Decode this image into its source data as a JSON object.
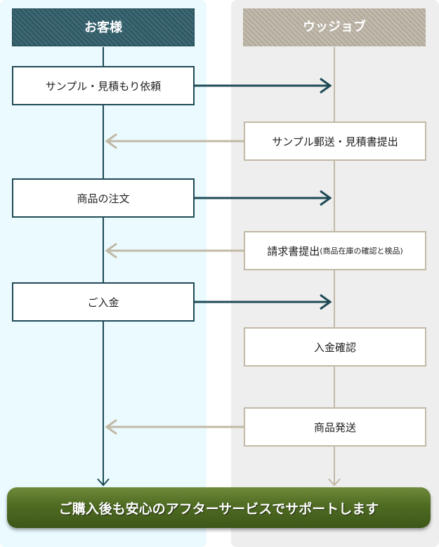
{
  "lanes": {
    "customer": {
      "title": "お客様"
    },
    "company": {
      "title": "ウッジョブ"
    }
  },
  "steps": {
    "s1": "サンプル・見積もり依頼",
    "s2": "サンプル郵送・見積書提出",
    "s3": "商品の注文",
    "s4_main": "請求書提出",
    "s4_sub": "(商品在庫の確認と検品)",
    "s5": "ご入金",
    "s6": "入金確認",
    "s7": "商品発送"
  },
  "banner": {
    "text": "ご購入後も安心のアフターサービスでサポートします"
  },
  "colors": {
    "customer_lane_bg": "#eafaff",
    "company_lane_bg": "#eeeeee",
    "customer_accent": "#2e5a66",
    "company_accent": "#b4ac9d",
    "banner_green": "#4f6b22"
  }
}
